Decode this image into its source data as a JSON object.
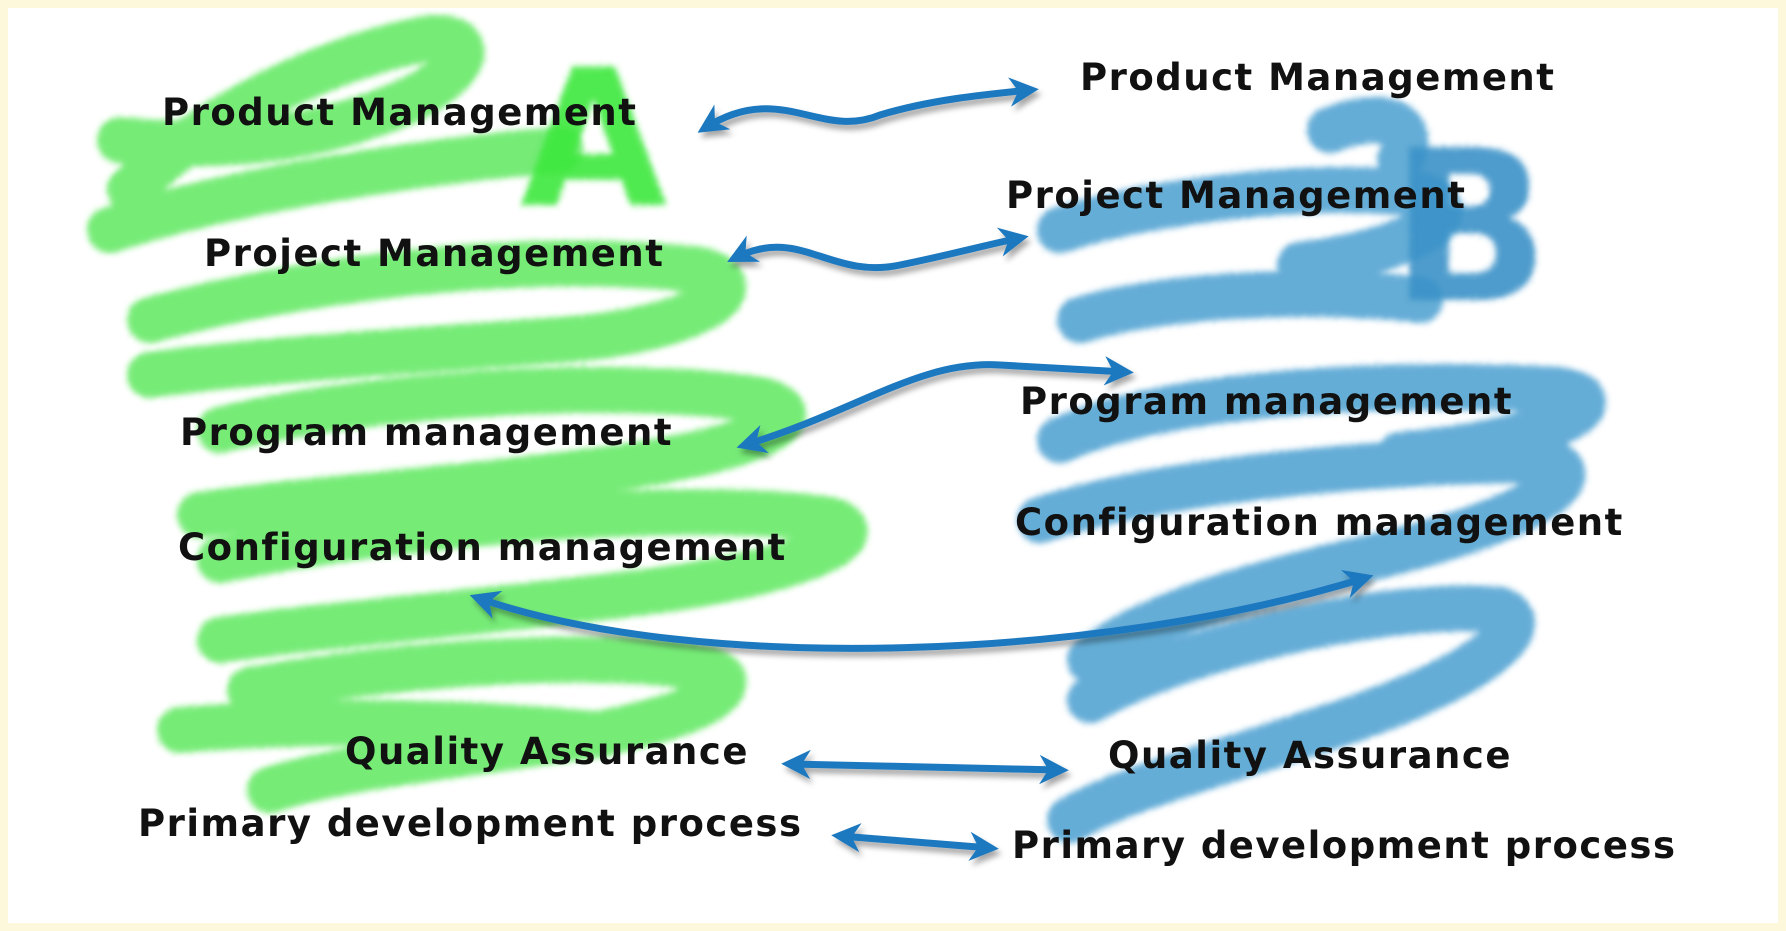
{
  "colors": {
    "background": "#fdf8dc",
    "panel": "#ffffff",
    "green_scribble": "#5ee85e",
    "blue_scribble": "#4a9fd0",
    "arrow": "#1f78bf",
    "text": "#111111"
  },
  "side_a": {
    "letter": "A",
    "items": [
      {
        "label": "Product Management"
      },
      {
        "label": "Project Management"
      },
      {
        "label": "Program management"
      },
      {
        "label": "Configuration management"
      },
      {
        "label": "Quality Assurance"
      },
      {
        "label": "Primary development process"
      }
    ]
  },
  "side_b": {
    "letter": "B",
    "items": [
      {
        "label": "Product Management"
      },
      {
        "label": "Project Management"
      },
      {
        "label": "Program management"
      },
      {
        "label": "Configuration management"
      },
      {
        "label": "Quality Assurance"
      },
      {
        "label": "Primary development process"
      }
    ]
  }
}
